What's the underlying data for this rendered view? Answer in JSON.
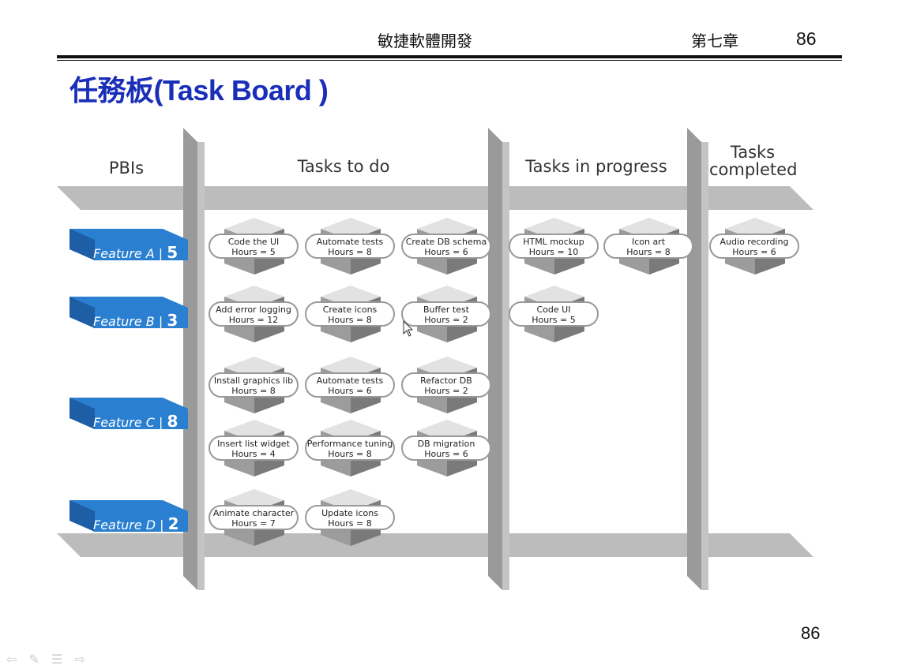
{
  "header": {
    "title": "敏捷軟體開發",
    "chapter": "第七章",
    "page": "86"
  },
  "slide_title": "任務板(Task Board )",
  "board": {
    "columns": [
      "PBIs",
      "Tasks to do",
      "Tasks in progress",
      "Tasks\ncompleted"
    ],
    "pbis": [
      {
        "name": "Feature A",
        "points": "5"
      },
      {
        "name": "Feature B",
        "points": "3"
      },
      {
        "name": "Feature C",
        "points": "8"
      },
      {
        "name": "Feature D",
        "points": "2"
      }
    ],
    "tasks": [
      {
        "title": "Code the UI",
        "hours": "Hours = 5"
      },
      {
        "title": "Automate tests",
        "hours": "Hours = 8"
      },
      {
        "title": "Create DB schema",
        "hours": "Hours = 6"
      },
      {
        "title": "HTML mockup",
        "hours": "Hours = 10"
      },
      {
        "title": "Icon art",
        "hours": "Hours = 8"
      },
      {
        "title": "Audio recording",
        "hours": "Hours = 6"
      },
      {
        "title": "Add error logging",
        "hours": "Hours = 12"
      },
      {
        "title": "Create icons",
        "hours": "Hours = 8"
      },
      {
        "title": "Buffer test",
        "hours": "Hours = 2"
      },
      {
        "title": "Code UI",
        "hours": "Hours = 5"
      },
      {
        "title": "Install graphics lib",
        "hours": "Hours = 8"
      },
      {
        "title": "Automate tests",
        "hours": "Hours = 6"
      },
      {
        "title": "Refactor DB",
        "hours": "Hours = 2"
      },
      {
        "title": "Insert list widget",
        "hours": "Hours = 4"
      },
      {
        "title": "Performance tuning",
        "hours": "Hours = 8"
      },
      {
        "title": "DB migration",
        "hours": "Hours = 6"
      },
      {
        "title": "Animate character",
        "hours": "Hours = 7"
      },
      {
        "title": "Update icons",
        "hours": "Hours = 8"
      }
    ]
  },
  "footer": {
    "page_number": "86",
    "nav_icons": [
      "back-arrow-icon",
      "pen-icon",
      "menu-icon",
      "forward-arrow-icon"
    ]
  },
  "colors": {
    "title_blue": "#1a2fb8",
    "pbi_blue": "#2a7fd0",
    "board_gray": "#bcbcbc"
  }
}
